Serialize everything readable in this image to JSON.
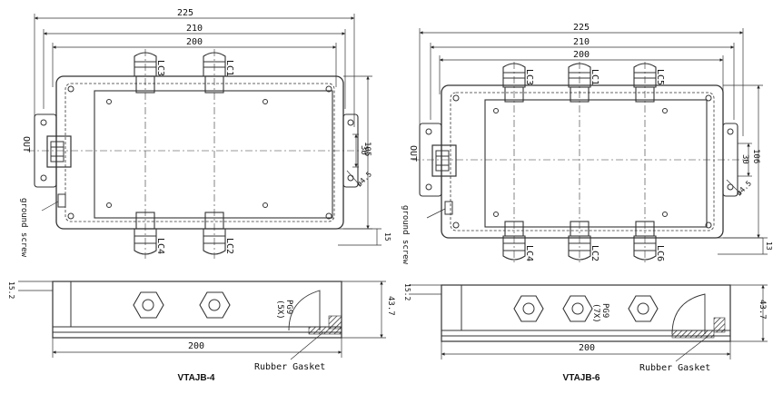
{
  "drawings": [
    {
      "caption": "VTAJB-4",
      "dims": {
        "overall": "225",
        "mount": "210",
        "body": "200",
        "height": "105",
        "out_spacing": "30",
        "side_bottom": "15",
        "bottom_len": "200",
        "side_top": "15.2",
        "side_height": "43.7",
        "hole": "ø4.5"
      },
      "top_ports": [
        "LC3",
        "LC1"
      ],
      "bottom_ports": [
        "LC4",
        "LC2"
      ],
      "out_label": "OUT",
      "ground_label": "ground screw",
      "gland_label": "PG9\n(5X)",
      "gasket_label": "Rubber Gasket"
    },
    {
      "caption": "VTAJB-6",
      "dims": {
        "overall": "225",
        "mount": "210",
        "body": "200",
        "height": "106",
        "out_spacing": "30",
        "side_bottom": "13",
        "bottom_len": "200",
        "side_top": "15.2",
        "side_height": "43.7",
        "hole": "ø4.5"
      },
      "top_ports": [
        "LC3",
        "LC1",
        "LC5"
      ],
      "bottom_ports": [
        "LC4",
        "LC2",
        "LC6"
      ],
      "out_label": "OUT",
      "ground_label": "ground screw",
      "gland_label": "PG9\n(7X)",
      "gasket_label": "Rubber Gasket"
    }
  ]
}
